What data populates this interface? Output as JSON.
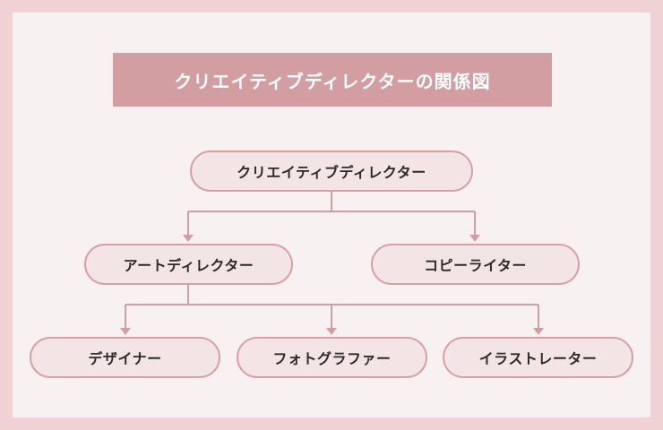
{
  "title": "クリエイティブディレクターの関係図",
  "colors": {
    "outer_background": "#f0d2d4",
    "panel_background": "#f8f1f2",
    "banner": "#d29ea1",
    "node_fill": "#f3e4e5",
    "node_border": "#d7a0a3",
    "connector": "#d29ea1",
    "text": "#2b2b2b"
  },
  "nodes": {
    "creative_director": "クリエイティブディレクター",
    "art_director": "アートディレクター",
    "copywriter": "コピーライター",
    "designer": "デザイナー",
    "photographer": "フォトグラファー",
    "illustrator": "イラストレーター"
  },
  "relations": [
    {
      "from": "creative_director",
      "to": "art_director"
    },
    {
      "from": "creative_director",
      "to": "copywriter"
    },
    {
      "from": "art_director",
      "to": "designer"
    },
    {
      "from": "art_director",
      "to": "photographer"
    },
    {
      "from": "art_director",
      "to": "illustrator"
    }
  ]
}
